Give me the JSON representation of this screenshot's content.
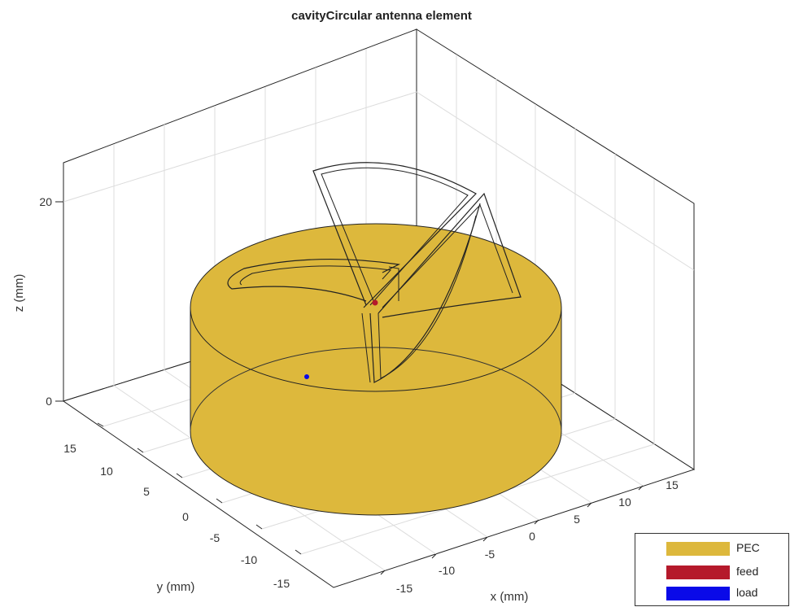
{
  "title": "cavityCircular antenna element",
  "axes": {
    "xlabel": "x (mm)",
    "ylabel": "y (mm)",
    "zlabel": "z (mm)",
    "x_ticks": [
      "-15",
      "-10",
      "-5",
      "0",
      "5",
      "10",
      "15"
    ],
    "y_ticks": [
      "15",
      "10",
      "5",
      "0",
      "-5",
      "-10",
      "-15"
    ],
    "z_ticks": [
      "20",
      "0"
    ]
  },
  "colors": {
    "pec": "#DDB83C",
    "feed": "#B5192B",
    "load": "#0A0AE8"
  },
  "legend": {
    "items": [
      {
        "label": "PEC",
        "color": "#DDB83C"
      },
      {
        "label": "feed",
        "color": "#B5192B"
      },
      {
        "label": "load",
        "color": "#0A0AE8"
      }
    ]
  }
}
